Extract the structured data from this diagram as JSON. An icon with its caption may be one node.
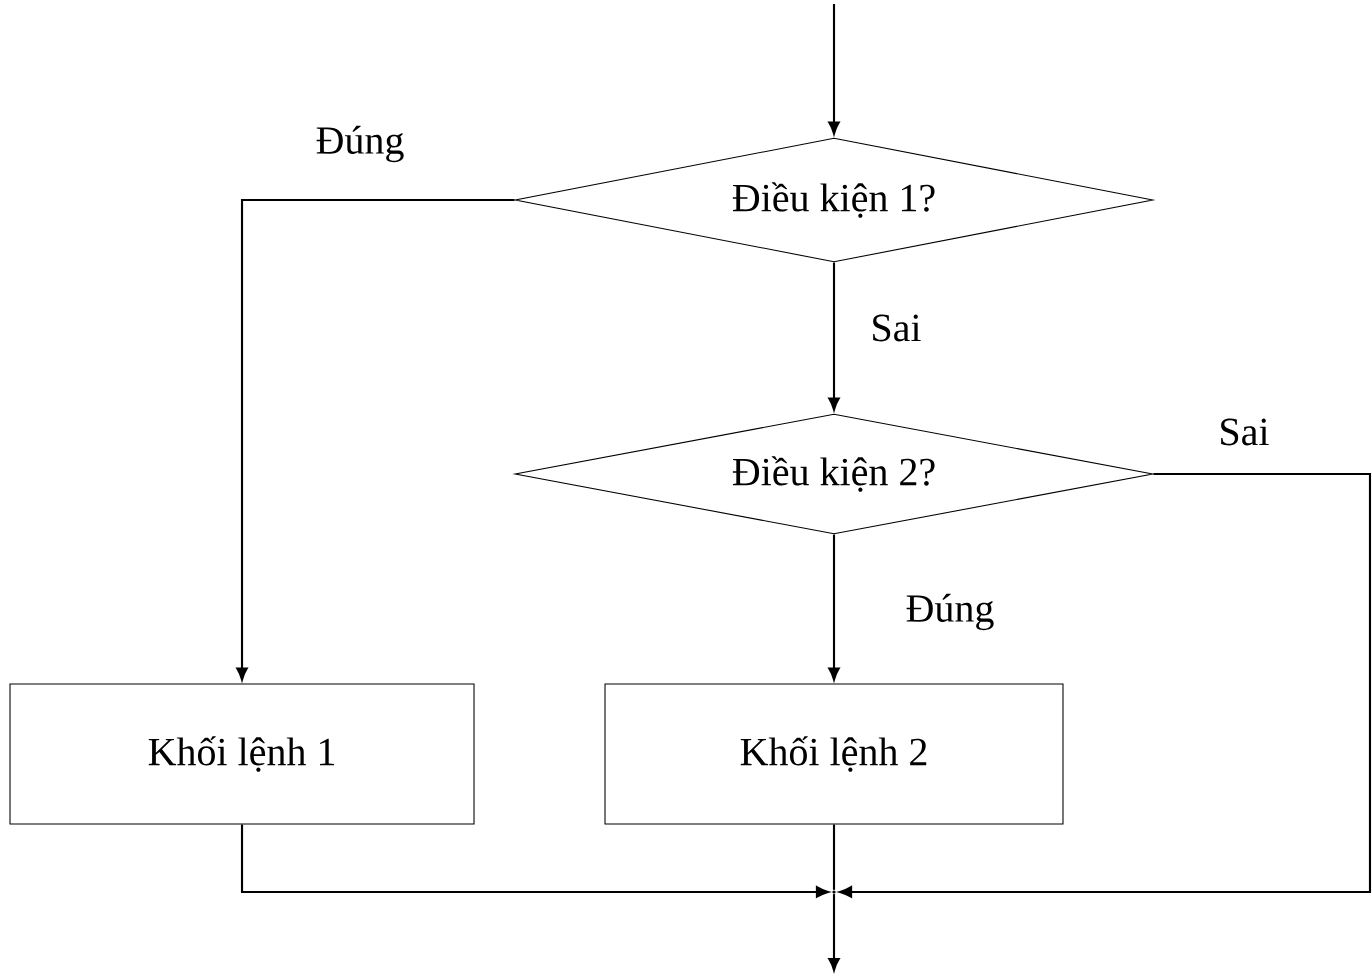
{
  "diagram": {
    "nodes": [
      {
        "text": [
          "Điều kiện 1?"
        ]
      },
      {
        "text": [
          "Điều kiện 2?"
        ]
      },
      {
        "text": [
          "Khối lệnh 1"
        ]
      },
      {
        "text": [
          "Khối lệnh 2"
        ]
      },
      {
        "text": [],
        "shape": "point"
      }
    ],
    "edges": [
      {
        "from": null,
        "to": 0,
        "arrow": "to"
      },
      {
        "from": 0,
        "to": 2,
        "arrow": "to",
        "label": "Đúng"
      },
      {
        "from": 0,
        "to": 1,
        "arrow": "to",
        "label": "Sai"
      },
      {
        "from": 1,
        "to": 4,
        "arrow": "to",
        "label": "Sai"
      },
      {
        "from": 1,
        "to": 3,
        "arrow": "to",
        "label": "Đúng"
      },
      {
        "from": 2,
        "to": 4,
        "arrow": "to"
      },
      {
        "from": 3,
        "to": 4,
        "arrow": "none"
      },
      {
        "from": 4,
        "to": null,
        "arrow": "to"
      }
    ]
  }
}
